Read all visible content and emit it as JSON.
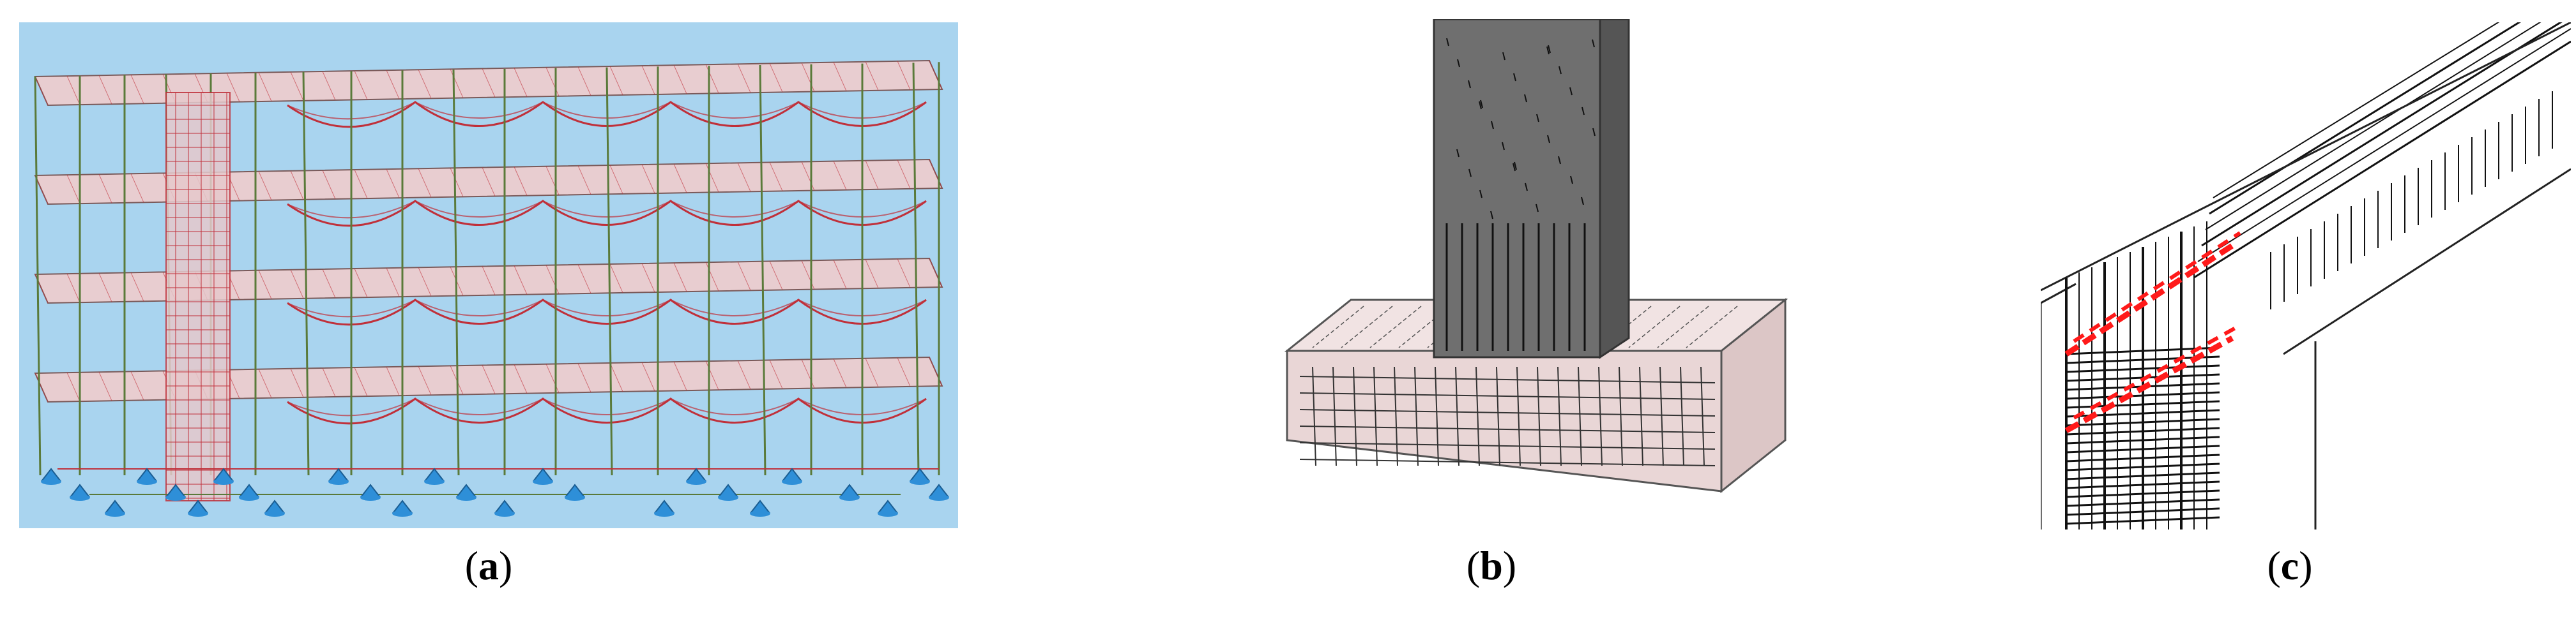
{
  "figure": {
    "panels": [
      {
        "id": "a",
        "caption_open": "(",
        "caption_letter": "a",
        "caption_close": ")"
      },
      {
        "id": "b",
        "caption_open": "(",
        "caption_letter": "b",
        "caption_close": ")"
      },
      {
        "id": "c",
        "caption_open": "(",
        "caption_letter": "c",
        "caption_close": ")"
      }
    ]
  },
  "colors": {
    "panel_a_background": "#a9d4ef",
    "slab_fill": "#e8cdd0",
    "mesh_red": "#c0303a",
    "column_green": "#5a7a3a",
    "support_blue": "#2e8fd8",
    "concrete_gray": "#6b6b6b",
    "footing_pink": "#e9d6d6",
    "rebar_black": "#111111",
    "stirrup_red": "#ff1a1a"
  }
}
